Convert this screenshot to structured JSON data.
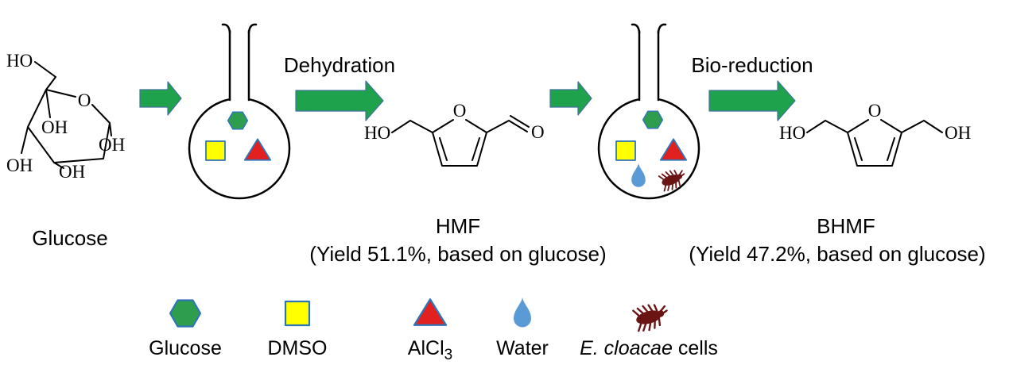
{
  "scheme": {
    "reactant_label": "Glucose",
    "step1": {
      "arrow_label": "Dehydration"
    },
    "product1": {
      "name": "HMF",
      "yield_note": "(Yield 51.1%, based on glucose)"
    },
    "step2": {
      "arrow_label": "Bio-reduction"
    },
    "product2": {
      "name": "BHMF",
      "yield_note": "(Yield 47.2%, based on glucose)"
    }
  },
  "atoms": {
    "ho": "HO",
    "oh": "OH",
    "o": "O"
  },
  "legend": {
    "glucose_label": "Glucose",
    "dmso_label": "DMSO",
    "alcl3_label_main": "AlCl",
    "alcl3_label_sub": "3",
    "water_label": "Water",
    "cells_label_italic": "E. cloacae",
    "cells_label_rest": "cells"
  },
  "colors": {
    "arrow_green": "#1FA24C",
    "glucose_green": "#2E9E4E",
    "dmso_yellow": "#FFFF00",
    "alcl3_red": "#E2201F",
    "water_blue": "#5B9BD5",
    "cells_maroon": "#6B1414",
    "shape_outline_blue": "#2E75B6"
  }
}
